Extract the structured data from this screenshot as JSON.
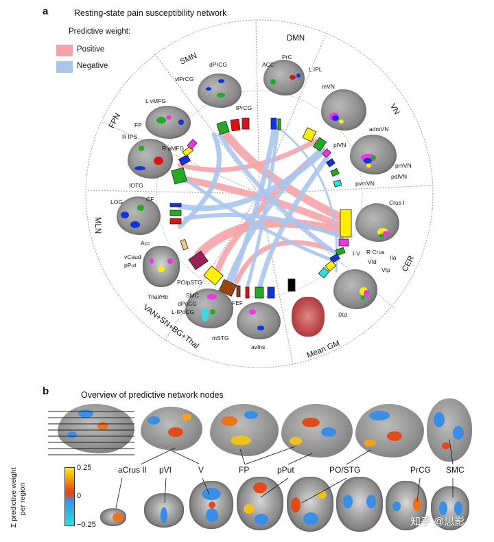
{
  "panel_a": {
    "letter": "a",
    "title": "Resting-state pain susceptibility network",
    "legend_title": "Predictive weight:",
    "legend": [
      {
        "label": "Positive",
        "color": "#f5a3a7"
      },
      {
        "label": "Negative",
        "color": "#a9c7ee"
      }
    ],
    "sections": [
      "DMN",
      "VN",
      "CER",
      "Mean GM",
      "VAN+SN+BG+Thal",
      "MLN",
      "FPN",
      "SMN"
    ],
    "region_labels": [
      "dPrCG",
      "vlPrCG",
      "lPrCG",
      "ACC",
      "PrC",
      "L IPL",
      "mVN",
      "admVN",
      "plVN",
      "pmVN",
      "pdlVN",
      "pvmVN",
      "Crus I",
      "R Crus",
      "IIa",
      "I-V",
      "VId",
      "VIp",
      "IXd",
      "L vMFG",
      "FP",
      "R IPS",
      "R aMFG",
      "IOTG",
      "LOG",
      "CF",
      "Acc",
      "vCaud",
      "pPut",
      "PO/pSTG",
      "Thal/Hb",
      "SMC",
      "dPoCG",
      "L-IPoCG",
      "mSTG",
      "FEF",
      "avIns"
    ]
  },
  "panel_b": {
    "letter": "b",
    "title": "Overview of predictive network nodes",
    "node_labels": [
      "aCrus II",
      "pVI",
      "V",
      "FP",
      "pPut",
      "PO/STG",
      "PrCG",
      "SMC"
    ],
    "colorbar": {
      "label_line1": "Σ predictive weight",
      "label_line2": "per region",
      "max": "0.25",
      "mid": "0",
      "min": "−0.25"
    }
  },
  "watermark": "知乎 @思影"
}
